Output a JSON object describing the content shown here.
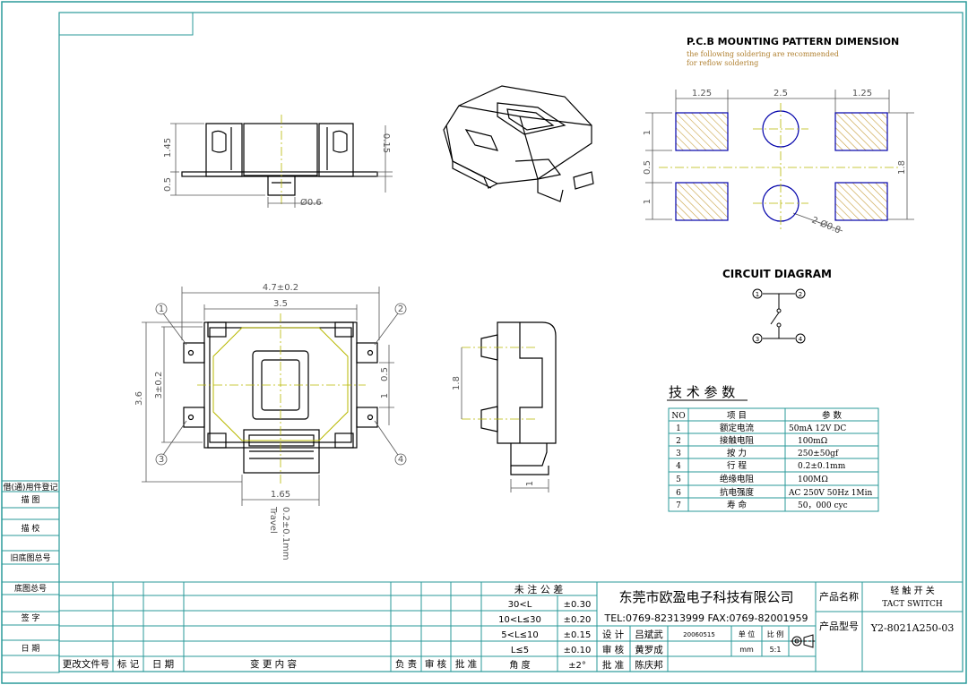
{
  "pcb": {
    "title": "P.C.B MOUNTING PATTERN DIMENSION",
    "note1": "the following soldering are recommended",
    "note2": "for reflow soldering",
    "dim_left": "1.25",
    "dim_mid": "2.5",
    "dim_right": "1.25",
    "dim_v_top": "1",
    "dim_v_mid": "0.5",
    "dim_v_bot": "1",
    "dim_v_total": "1.8",
    "hole": "2-Ø0.8"
  },
  "circuit": {
    "title": "CIRCUIT DIAGRAM",
    "pins": [
      "1",
      "2",
      "3",
      "4"
    ]
  },
  "side_view": {
    "dim_h1": "1.45",
    "dim_h2": "0.5",
    "dim_h3": "0.15",
    "dim_pin": "Ø0.6"
  },
  "top_view": {
    "dim_w_total": "4.7±0.2",
    "dim_w_inner": "3.5",
    "dim_h_total": "3.6",
    "dim_h_inner": "3±0.2",
    "dim_pad": "0.5",
    "dim_pad2": "1",
    "dim_actuator": "1.65",
    "travel": "0.2±0.1mm",
    "travel_label": "Travel",
    "callouts": [
      "1",
      "2",
      "3",
      "4"
    ]
  },
  "end_view": {
    "dim_h": "1.8",
    "dim_w": "1"
  },
  "spec_table": {
    "title": "技 术 参 数",
    "headers": [
      "NO",
      "项      目",
      "参      数"
    ],
    "rows": [
      [
        "1",
        "额定电流",
        "50mA 12V DC"
      ],
      [
        "2",
        "接触电阻",
        "100mΩ"
      ],
      [
        "3",
        "按      力",
        "250±50gf"
      ],
      [
        "4",
        "行      程",
        "0.2±0.1mm"
      ],
      [
        "5",
        "绝缘电阻",
        "100MΩ"
      ],
      [
        "6",
        "抗电强度",
        "AC 250V 50Hz 1Min"
      ],
      [
        "7",
        "寿      命",
        "50，000 cyc"
      ]
    ]
  },
  "left_margin": {
    "labels": [
      "借(通)用件登记",
      "描      图",
      "描      校",
      "旧底图总号",
      "底图总号",
      "签      字",
      "日      期"
    ]
  },
  "title_block": {
    "revision_headers": [
      "更改文件号",
      "标 记",
      "日  期",
      "变  更  内  容",
      "负 责",
      "审 核",
      "批 准"
    ],
    "tolerance_title": "未 注 公 差",
    "tolerances": [
      [
        "30<L",
        "±0.30"
      ],
      [
        "10<L≤30",
        "±0.20"
      ],
      [
        "5<L≤10",
        "±0.15"
      ],
      [
        "L≤5",
        "±0.10"
      ],
      [
        "角      度",
        "±2°"
      ]
    ],
    "company": "东莞市欧盈电子科技有限公司",
    "contact": "TEL:0769-82313999 FAX:0769-82001959",
    "design_label": "设 计",
    "designer": "吕斌武",
    "date": "20060515",
    "unit_label": "单 位",
    "scale_label": "比 例",
    "unit": "mm",
    "scale": "5:1",
    "review_label": "审 核",
    "reviewer": "黄罗成",
    "approve_label": "批 准",
    "approver": "陈庆邦",
    "product_name_label": "产品名称",
    "product_name_cn": "轻 触 开 关",
    "product_name_en": "TACT SWITCH",
    "product_model_label": "产品型号",
    "product_model": "Y2-8021A250-03"
  },
  "colors": {
    "frame": "#2a9a9a",
    "pad_outline": "#0000aa",
    "hatch": "#c8a040",
    "center_line": "#b8b800",
    "dim": "#555555"
  }
}
